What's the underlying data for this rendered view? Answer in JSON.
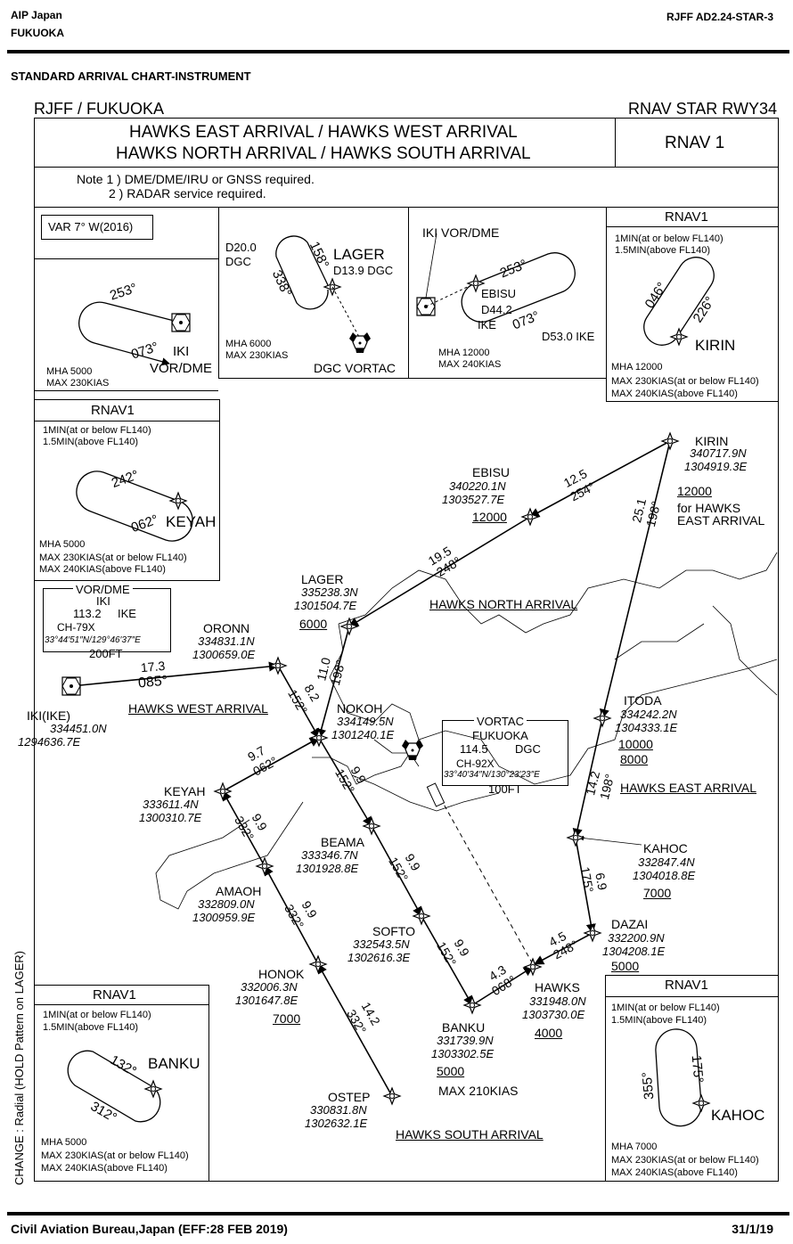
{
  "header": {
    "aip": "AIP Japan",
    "city": "FUKUOKA",
    "doc_id": "RJFF AD2.24-STAR-3",
    "chart_type": "STANDARD ARRIVAL CHART-INSTRUMENT"
  },
  "title_bar": {
    "left": "RJFF / FUKUOKA",
    "right": "RNAV STAR RWY34"
  },
  "titles": {
    "line1": "HAWKS EAST ARRIVAL / HAWKS WEST  ARRIVAL",
    "line2": "HAWKS NORTH ARRIVAL / HAWKS SOUTH  ARRIVAL",
    "nav_spec": "RNAV 1"
  },
  "notes": {
    "note1": "Note  1 ) DME/DME/IRU or GNSS required.",
    "note2": "2 ) RADAR service required."
  },
  "var": "VAR 7°  W(2016)",
  "side_note": "CHANGE : Radial (HOLD Pattern on LAGER)",
  "holds": {
    "iki": {
      "inbound": "253°",
      "outbound": "073°",
      "fix": "IKI",
      "fix2": "VOR/DME",
      "mha": "MHA 5000",
      "speed": "MAX 230KIAS"
    },
    "lager": {
      "dme": "D20.0",
      "dme_src": "DGC",
      "out": "158°",
      "in": "338°",
      "fix": "LAGER",
      "fix_dme": "D13.9 DGC",
      "mha": "MHA 6000",
      "speed": "MAX 230KIAS",
      "station": "DGC VORTAC"
    },
    "ebisu": {
      "station": "IKI VOR/DME",
      "out": "253°",
      "in": "073°",
      "fix": "EBISU",
      "fix_dme": "D44.2",
      "fix_src": "IKE",
      "limit": "D53.0 IKE",
      "mha": "MHA 12000",
      "speed": "MAX 240KIAS"
    },
    "kirin": {
      "title": "RNAV1",
      "l1": "1MIN(at or below FL140)",
      "l2": "1.5MIN(above FL140)",
      "out": "046°",
      "in": "226°",
      "fix": "KIRIN",
      "mha": "MHA 12000",
      "s1": "MAX 230KIAS(at or below FL140)",
      "s2": "MAX 240KIAS(above FL140)"
    },
    "keyah": {
      "title": "RNAV1",
      "l1": "1MIN(at or below FL140)",
      "l2": "1.5MIN(above FL140)",
      "out": "242°",
      "in": "062°",
      "fix": "KEYAH",
      "mha": "MHA 5000",
      "s1": "MAX 230KIAS(at or below FL140)",
      "s2": "MAX 240KIAS(above FL140)"
    },
    "banku": {
      "title": "RNAV1",
      "l1": "1MIN(at or below FL140)",
      "l2": "1.5MIN(above FL140)",
      "in": "132°",
      "out": "312°",
      "fix": "BANKU",
      "mha": "MHA 5000",
      "s1": "MAX 230KIAS(at or below FL140)",
      "s2": "MAX 240KIAS(above FL140)"
    },
    "kahoc": {
      "title": "RNAV1",
      "l1": "1MIN(at or below FL140)",
      "l2": "1.5MIN(above FL140)",
      "in": "175°",
      "out": "355°",
      "fix": "KAHOC",
      "mha": "MHA 7000",
      "s1": "MAX 230KIAS(at or below FL140)",
      "s2": "MAX 240KIAS(above FL140)"
    }
  },
  "iki_box": {
    "title": "VOR/DME",
    "name": "IKI",
    "freq": "113.2",
    "ident": "IKE",
    "ch": "CH-79X",
    "coord": "33°44′51″N/129°46′37″E",
    "elev": "200FT"
  },
  "dgc_box": {
    "title": "VORTAC",
    "name": "FUKUOKA",
    "freq": "114.5",
    "ident": "DGC",
    "ch": "CH-92X",
    "coord": "33°40′34″N/130°23′23″E",
    "elev": "100FT"
  },
  "fixes": {
    "kirin": {
      "name": "KIRIN",
      "lat": "340717.9N",
      "lon": "1304919.3E",
      "alt": "12000",
      "note1": "for HAWKS",
      "note2": "EAST ARRIVAL"
    },
    "ebisu": {
      "name": "EBISU",
      "lat": "340220.1N",
      "lon": "1303527.7E",
      "alt": "12000"
    },
    "lager": {
      "name": "LAGER",
      "lat": "335238.3N",
      "lon": "1301504.7E",
      "alt": "6000"
    },
    "oronn": {
      "name": "ORONN",
      "lat": "334831.1N",
      "lon": "1300659.0E"
    },
    "iki": {
      "name": "IKI(IKE)",
      "lat": "334451.0N",
      "lon": "1294636.7E"
    },
    "nokoh": {
      "name": "NOKOH",
      "lat": "334149.5N",
      "lon": "1301240.1E"
    },
    "keyah": {
      "name": "KEYAH",
      "lat": "333611.4N",
      "lon": "1300310.7E"
    },
    "beama": {
      "name": "BEAMA",
      "lat": "333346.7N",
      "lon": "1301928.8E"
    },
    "amaoh": {
      "name": "AMAOH",
      "lat": "332809.0N",
      "lon": "1300959.9E"
    },
    "softo": {
      "name": "SOFTO",
      "lat": "332543.5N",
      "lon": "1302616.3E"
    },
    "honok": {
      "name": "HONOK",
      "lat": "332006.3N",
      "lon": "1301647.8E",
      "alt": "7000"
    },
    "banku": {
      "name": "BANKU",
      "lat": "331739.9N",
      "lon": "1303302.5E",
      "alt": "5000",
      "speed": "MAX 210KIAS"
    },
    "ostep": {
      "name": "OSTEP",
      "lat": "330831.8N",
      "lon": "1302632.1E"
    },
    "hawks": {
      "name": "HAWKS",
      "lat": "331948.0N",
      "lon": "1303730.0E",
      "alt": "4000"
    },
    "dazai": {
      "name": "DAZAI",
      "lat": "332200.9N",
      "lon": "1304208.1E",
      "alt": "5000"
    },
    "kahoc": {
      "name": "KAHOC",
      "lat": "332847.4N",
      "lon": "1304018.8E",
      "alt": "7000"
    },
    "itoda": {
      "name": "ITODA",
      "lat": "334242.2N",
      "lon": "1304333.1E",
      "alt_top": "10000",
      "alt_bot": "8000"
    }
  },
  "legs": {
    "kirin_ebisu": {
      "dist": "12.5",
      "crs": "254°"
    },
    "ebisu_lager": {
      "dist": "19.5",
      "crs": "248°"
    },
    "kirin_itoda": {
      "dist": "25.1",
      "crs": "198°"
    },
    "lager_nokoh": {
      "dist": "11.0",
      "crs": "198°"
    },
    "iki_oronn": {
      "dist": "17.3",
      "crs": "085°"
    },
    "oronn_nokoh": {
      "dist": "8.2",
      "crs": "152°"
    },
    "keyah_nokoh": {
      "dist": "9.7",
      "crs": "062°"
    },
    "nokoh_beama": {
      "dist": "9.9",
      "crs": "152°"
    },
    "keyah_amaoh": {
      "dist": "9.9",
      "crs": "332°"
    },
    "beama_softo": {
      "dist": "9.9",
      "crs": "152°"
    },
    "amaoh_honok": {
      "dist": "9.9",
      "crs": "332°"
    },
    "softo_banku": {
      "dist": "9.9",
      "crs": "152°"
    },
    "honok_ostep": {
      "dist": "14.2",
      "crs": "332°"
    },
    "itoda_kahoc": {
      "dist": "14.2",
      "crs": "198°"
    },
    "kahoc_dazai": {
      "dist": "6.9",
      "crs": "175°"
    },
    "dazai_hawks": {
      "dist": "4.5",
      "crs": "248°"
    },
    "banku_hawks": {
      "dist": "4.3",
      "crs": "068°"
    }
  },
  "arrivals": {
    "north": "HAWKS NORTH ARRIVAL",
    "west": "HAWKS WEST ARRIVAL",
    "east": "HAWKS EAST ARRIVAL",
    "south": "HAWKS SOUTH ARRIVAL"
  },
  "footer": {
    "left": "Civil Aviation Bureau,Japan  (EFF:28 FEB 2019)",
    "right": "31/1/19"
  },
  "colors": {
    "ink": "#000000",
    "paper": "#ffffff"
  }
}
